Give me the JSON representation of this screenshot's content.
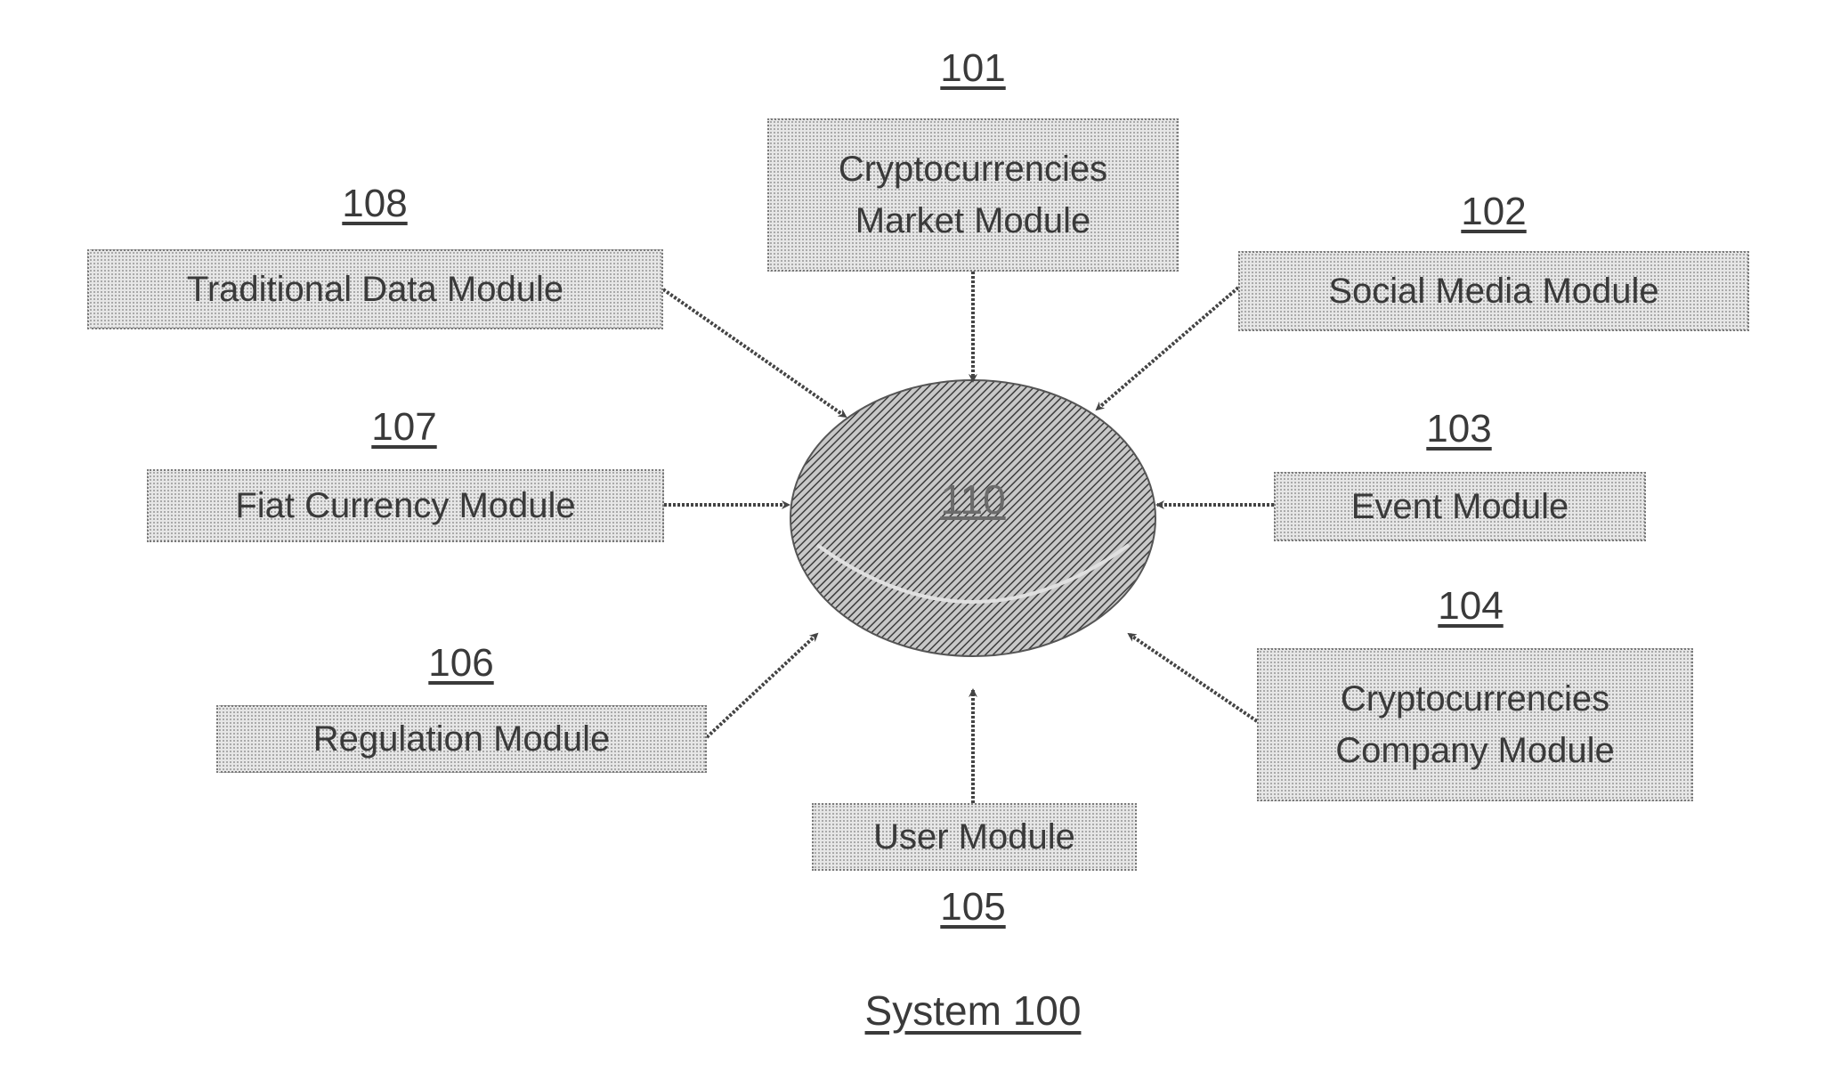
{
  "modules": {
    "m101": {
      "ref": "101",
      "lines": [
        "Cryptocurrencies",
        "Market Module"
      ]
    },
    "m102": {
      "ref": "102",
      "lines": [
        "Social Media Module"
      ]
    },
    "m103": {
      "ref": "103",
      "lines": [
        "Event Module"
      ]
    },
    "m104": {
      "ref": "104",
      "lines": [
        "Cryptocurrencies",
        "Company Module"
      ]
    },
    "m105": {
      "ref": "105",
      "lines": [
        "User Module"
      ]
    },
    "m106": {
      "ref": "106",
      "lines": [
        "Regulation Module"
      ]
    },
    "m107": {
      "ref": "107",
      "lines": [
        "Fiat Currency Module"
      ]
    },
    "m108": {
      "ref": "108",
      "lines": [
        "Traditional Data Module"
      ]
    }
  },
  "hub": {
    "ref": "110"
  },
  "caption": "System 100",
  "connections": [
    {
      "from": "m101",
      "to": "hub"
    },
    {
      "from": "m102",
      "to": "hub"
    },
    {
      "from": "m103",
      "to": "hub"
    },
    {
      "from": "m104",
      "to": "hub"
    },
    {
      "from": "m105",
      "to": "hub"
    },
    {
      "from": "m106",
      "to": "hub"
    },
    {
      "from": "m107",
      "to": "hub"
    },
    {
      "from": "m108",
      "to": "hub"
    }
  ]
}
